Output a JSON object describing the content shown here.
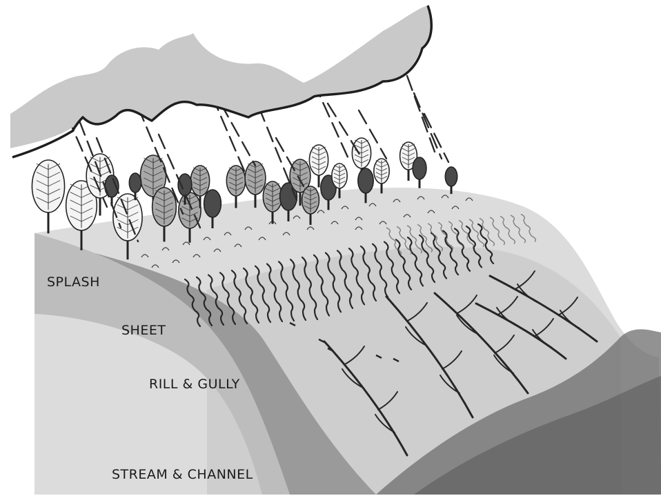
{
  "labels": {
    "splash": "SPLASH",
    "sheet": "SHEET",
    "rill_gully": "RILL & GULLY",
    "stream_channel": "STREAM & CHANNEL"
  },
  "colors": {
    "cloud": "#c9c9c9",
    "cloud_outline": "#1e1e1e",
    "rain": "#2a2a2a",
    "hill_light": "#dcdcdc",
    "hill_mid": "#bdbdbd",
    "soil_band": "#9a9a9a",
    "stream_dark": "#6e6e6e",
    "tree_light": "#f4f4f4",
    "tree_mid": "#a8a8a8",
    "tree_dark": "#4a4a4a",
    "rill_stroke": "#262626"
  }
}
